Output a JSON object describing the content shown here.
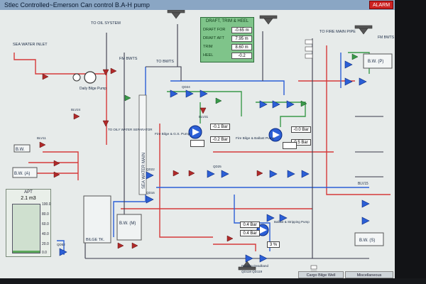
{
  "window": {
    "title": "Stlec Controlled~Emerson Can control B.A-H pump",
    "alarm": "ALARM"
  },
  "labels": {
    "to_oil_system": "TO OIL SYSTEM",
    "sea_water_inlet": "SEA WATER INLET",
    "fm_bwts_top": "FM BWTS",
    "to_bwts": "TO BWTS",
    "to_fire_main": "TO FIRE MAIN PIPE",
    "fm_bwts_right": "FM BWTS",
    "bw_p": "B.W. (P)",
    "daily_bilge_pump": "Daily Bilge Pump",
    "to_oily_water_sep": "TO OILY WATER SEPARATOR",
    "sea_water_main": "SEA WATER MAIN",
    "fire_bilge_gs_pump": "Fire Bilge & G.S. Pump",
    "fire_bilge_ballast_pump": "Fire Bilge & Ballast Pump",
    "bw_left": "B.W.",
    "bw_a": "B.W. (A)",
    "bw_s": "B.W. (S)",
    "bilge_tk": "BILGE TK.",
    "ballast_stripping_pump": "Ballast & Stripping Pump",
    "position_deadband": "Position Deadband",
    "qd_pair": "QD118  QD119",
    "blv15": "BLV15",
    "blv31": "BLV31",
    "blv11": "BLV11",
    "blv24": "BLV24",
    "qd22": "QD22",
    "qd16": "QD16",
    "qd24": "QD24",
    "qd52": "QD52",
    "qd25": "QD25",
    "bw_m": "B.W. (M)"
  },
  "draft": {
    "title": "DRAFT, TRIM & HEEL",
    "rows": [
      {
        "name": "DRAFT FOR",
        "value": "-0.65 m"
      },
      {
        "name": "DRAFT AFT",
        "value": "7.95 m"
      },
      {
        "name": "TRIM",
        "value": "8.60 m"
      },
      {
        "name": "HEEL",
        "value": "-0.2"
      }
    ]
  },
  "pressures": {
    "gs_suction": "-0.1 Bar",
    "gs_discharge": "-0.2 Bar",
    "ballast_suction": "-0.0 Bar",
    "ballast_discharge": "0.5 Bar",
    "strip_1": "0.4 Bar",
    "strip_2": "0.4 Bar",
    "deadband": "3 %"
  },
  "apt": {
    "title": "APT",
    "value": "2.1 m3",
    "level_pct": 4,
    "scale": [
      "100.0",
      "80.0",
      "60.0",
      "40.0",
      "20.0",
      "0.0"
    ]
  },
  "tabs": [
    "Cargo Bilge Well",
    "Miscellaneous"
  ],
  "colors": {
    "pipe_red": "#d63a3a",
    "pipe_green": "#3a9a4a",
    "pipe_blue": "#2c5fd6",
    "pipe_dark": "#3a3a4a",
    "panel": "#e7ebea",
    "draft_box": "#7fc48a"
  }
}
